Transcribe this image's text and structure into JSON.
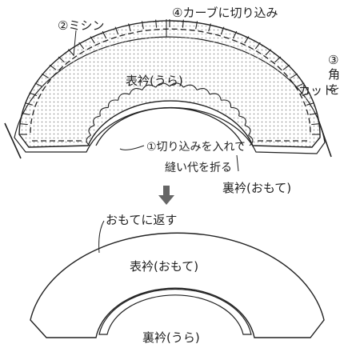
{
  "labels": {
    "step2_machine": "②ミシン",
    "step4_curve_cut": "④カーブに切り込み",
    "step3_num": "③",
    "step3_line1": "角",
    "step3_line2": "を",
    "step3_line3": "カット",
    "outer_collar_back": "表衿(うら)",
    "step1_line1": "①切り込みを入れて",
    "step1_line2": "縫い代を折る",
    "under_collar_front": "裏衿(おもて)",
    "turn_right_side": "おもてに返す",
    "outer_collar_front": "表衿(おもて)",
    "under_collar_back": "裏衿(うら)"
  },
  "colors": {
    "line": "#222222",
    "dots": "#9a9a9a",
    "arrow": "#666666"
  }
}
